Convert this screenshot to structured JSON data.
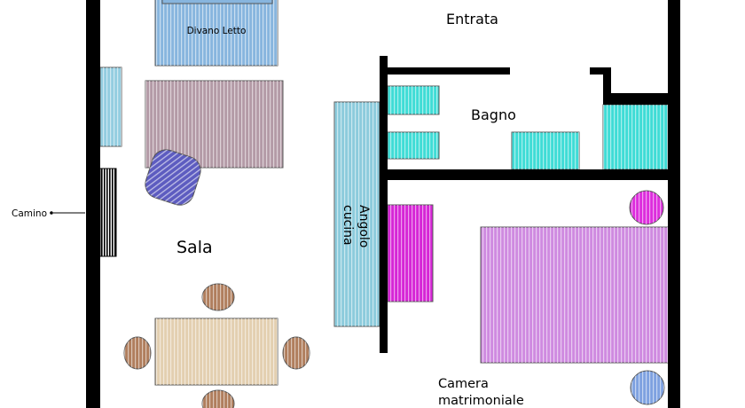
{
  "labels": {
    "entrata": "Entrata",
    "bagno": "Bagno",
    "sala": "Sala",
    "divano_letto": "Divano Letto",
    "angolo": "Angolo",
    "cucina": "cucina",
    "camino": "Camino",
    "camera_line1": "Camera",
    "camera_line2": "matrimoniale"
  },
  "colors": {
    "wall": "#000000",
    "sofa_bed": "#87b5de",
    "light_blue": "#93cde0",
    "rug_mauve": "#b39aa6",
    "chair_purple": "#5d5cc0",
    "fireplace_stripe": "#000000",
    "kitchen_counter": "#8ccbdc",
    "bath_cyan": "#3fdcd6",
    "magenta": "#d625d6",
    "double_bed": "#cf8ae0",
    "nightstand_magenta": "#dd2ddd",
    "nightstand_blue": "#7ea1e0",
    "table_wood": "#e3cfb0",
    "chair_wood": "#b07e5d"
  }
}
